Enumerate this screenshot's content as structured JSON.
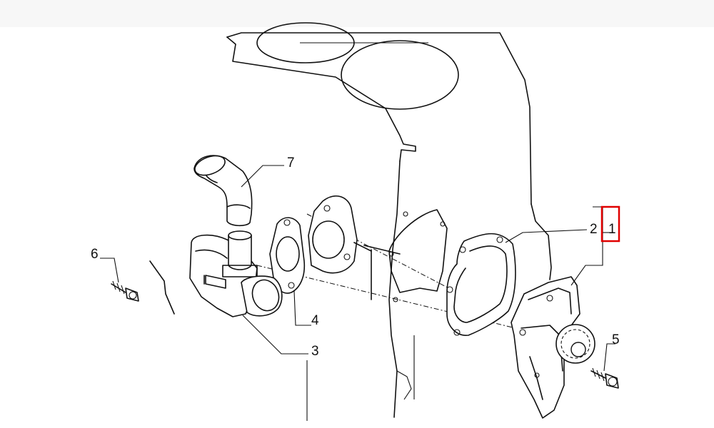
{
  "callouts": [
    {
      "id": "1",
      "text": "1",
      "highlighted": true
    },
    {
      "id": "2",
      "text": "2",
      "highlighted": false
    },
    {
      "id": "3",
      "text": "3",
      "highlighted": false
    },
    {
      "id": "4",
      "text": "4",
      "highlighted": false
    },
    {
      "id": "5",
      "text": "5",
      "highlighted": false
    },
    {
      "id": "6",
      "text": "6",
      "highlighted": false
    },
    {
      "id": "7",
      "text": "7",
      "highlighted": false
    }
  ],
  "colors": {
    "line": "#111111",
    "background": "#ffffff",
    "highlight": "#e00000"
  }
}
